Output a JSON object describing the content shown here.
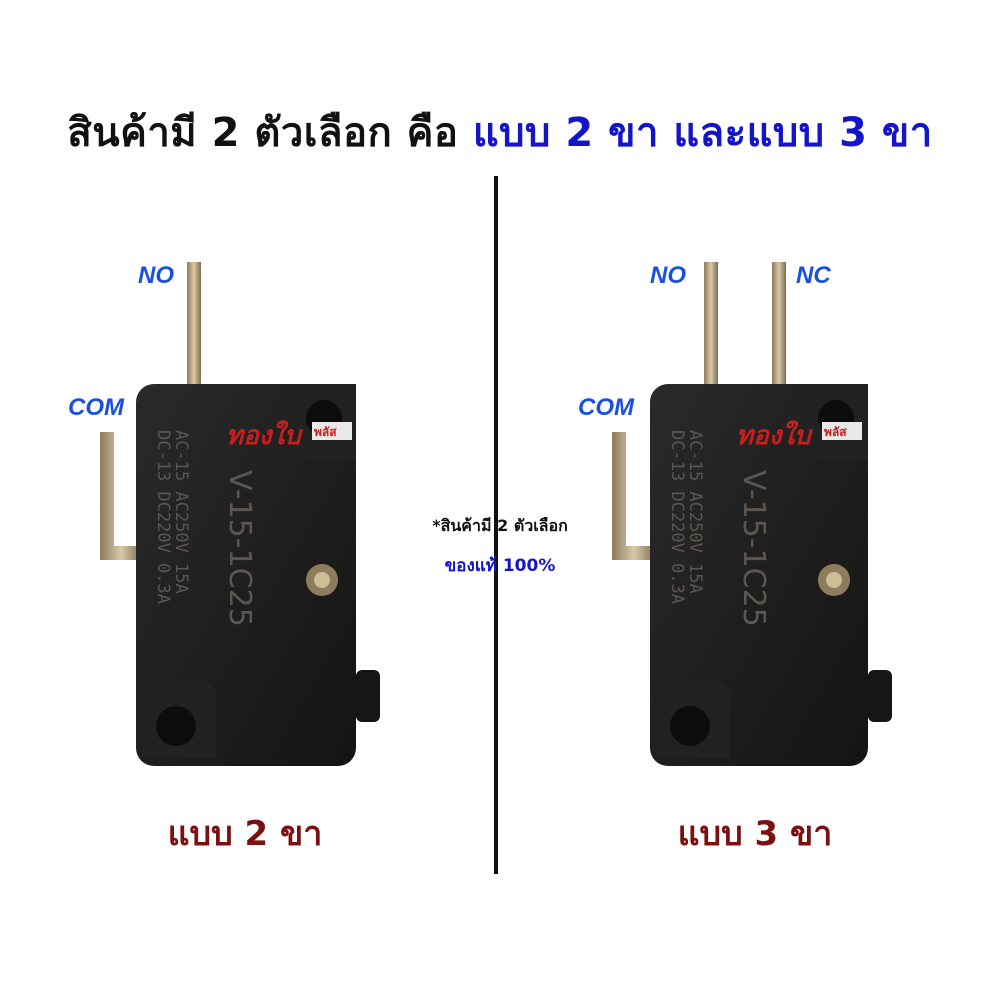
{
  "heading": {
    "part1": "สินค้ามี 2 ตัวเลือก คือ ",
    "part2": "แบบ 2 ขา และแบบ 3 ขา"
  },
  "left_switch": {
    "label_no": "NO",
    "label_com": "COM",
    "caption": "แบบ 2 ขา"
  },
  "right_switch": {
    "label_no": "NO",
    "label_nc": "NC",
    "label_com": "COM",
    "caption": "แบบ 3 ขา"
  },
  "switch_print": {
    "model": "V-15-1C25",
    "line1": "AC-15  AC250V  15A",
    "line2": "DC-13  DC220V  0.3A",
    "watermark": "ทองใบ",
    "watermark_small": "พลัส"
  },
  "center_note": {
    "line1": "*สินค้ามี 2 ตัวเลือก",
    "line2": "ของแท้ 100%"
  },
  "colors": {
    "title_black": "#111111",
    "title_blue": "#1414c8",
    "pin_label_blue": "#1a4fe0",
    "caption_red": "#7a1010",
    "switch_body": "#1c1c1c"
  }
}
